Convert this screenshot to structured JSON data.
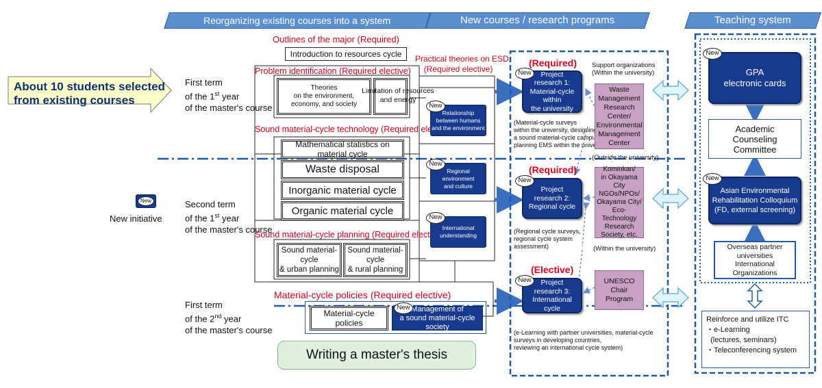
{
  "headers": {
    "reorganizing": "Reorganizing existing courses into a system",
    "new_courses": "New courses / research programs",
    "teaching": "Teaching system"
  },
  "left": {
    "students": [
      "About 10 students selected",
      "from existing courses"
    ],
    "new_badge": "New",
    "new_initiative": "New initiative",
    "term1": [
      "First term",
      "of the 1",
      "st",
      " year",
      "of the master's course"
    ],
    "term2": [
      "Second term",
      "of the 1",
      "st",
      " year",
      "of the master's course"
    ],
    "term3": [
      "First term",
      "of the 2",
      "nd",
      " year",
      "of the master's course"
    ]
  },
  "courses": {
    "outlines_label": "Outlines of the major (Required)",
    "intro": "Introduction to resources cycle",
    "problem_label": "Problem identification (Required elective)",
    "theories": [
      "Theories",
      "on the environment,",
      "economy, and society"
    ],
    "limitation": [
      "Limitation of resources",
      "and energy"
    ],
    "tech_label": "Sound material-cycle technology (Required elective)",
    "math": "Mathematical statistics on material cycle",
    "waste": "Waste disposal",
    "inorganic": "Inorganic material cycle",
    "organic": "Organic material cycle",
    "planning_label": "Sound material-cycle planning (Required elective)",
    "urban": [
      "Sound material-cycle",
      "& urban planning"
    ],
    "rural": [
      "Sound material-cycle",
      "& rural planning"
    ],
    "policies_label": "Material-cycle policies (Required elective)",
    "policies": "Material-cycle policies",
    "management": [
      "Management of",
      "a sound material-cycle society"
    ],
    "thesis": "Writing a master's thesis"
  },
  "esd": {
    "label": [
      "Practical theories on ESD",
      "(Required elective)"
    ],
    "relationship": [
      "Relationship between humans",
      "and the environment"
    ],
    "regional": [
      "Regional environment",
      "and culture"
    ],
    "international": "International understanding"
  },
  "projects": {
    "required1": "(Required)",
    "p1": [
      "Project",
      "research 1:",
      "Material-cycle within",
      "the university"
    ],
    "p1_note": [
      "(Material-cycle surveys",
      "within the university, designing",
      "a sound material-cycle campus,",
      "planning EMS within the university)"
    ],
    "required2": "(Required)",
    "p2": [
      "Project",
      "research 2:",
      "Regional cycle"
    ],
    "p2_note": [
      "(Regional cycle surveys,",
      "regional cycle system",
      "assessment)"
    ],
    "elective": "(Elective)",
    "p3": [
      "Project",
      "research 3:",
      "International cycle"
    ],
    "p3_note": [
      "(e-Learning with partner universities, material-cycle",
      "surveys in developing countries,",
      "reviewing an international cycle system)"
    ]
  },
  "support": {
    "label1": [
      "Support organizations",
      "(Within the university)"
    ],
    "waste_center": [
      "Waste",
      "Management",
      "Research Center/",
      "Environmental",
      "Management Center"
    ],
    "label2": "(Outside the university)",
    "kominkan": [
      "Kominkan/",
      "in Okayama City",
      "NGOs/NPOs/",
      "",
      "Okayama City/",
      "Eco-Technology",
      "Research Society, etc."
    ],
    "label3": "(Within the university)",
    "unesco": [
      "UNESCO Chair",
      "Program"
    ]
  },
  "teaching": {
    "gpa": [
      "GPA",
      "electronic cards"
    ],
    "committee": [
      "Academic",
      "Counseling",
      "Committee"
    ],
    "colloquium": [
      "Asian Environmental",
      "Rehabilitation Colloquium",
      "(FD, external screening)"
    ],
    "partners": [
      "Overseas partner",
      "universities",
      "International",
      "Organizations"
    ],
    "itc": [
      "Reinforce and utilize ITC",
      "・e-Learning",
      "  (lectures, seminars)",
      "・Teleconferencing system"
    ]
  }
}
